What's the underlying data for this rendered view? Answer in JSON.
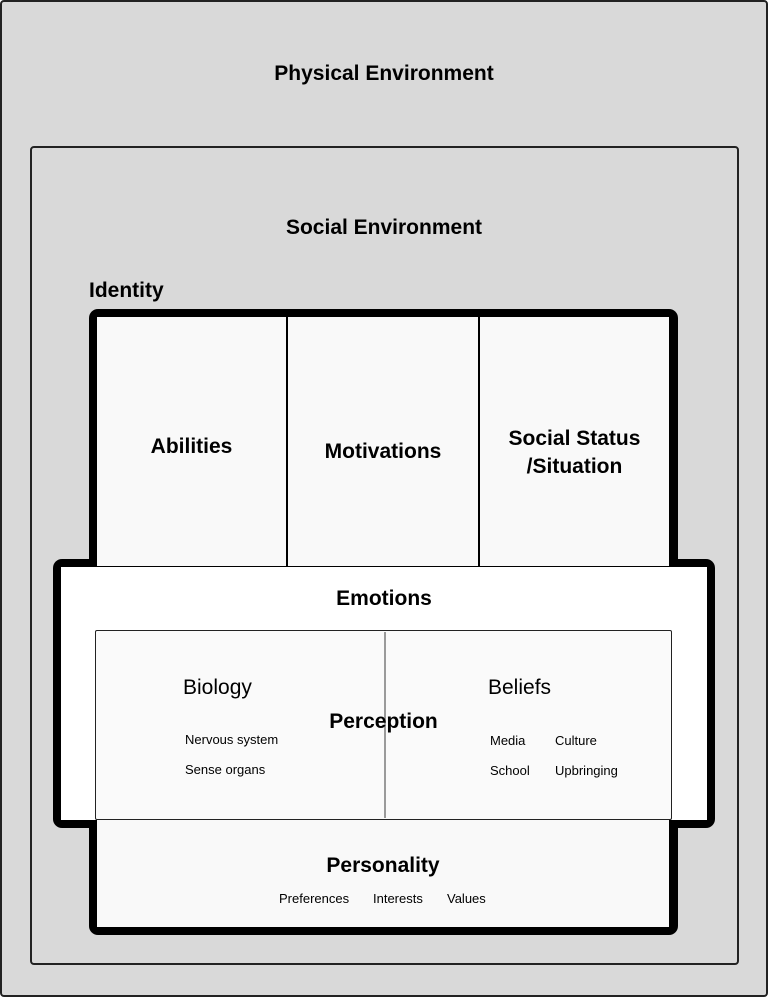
{
  "physical": {
    "title": "Physical Environment"
  },
  "social": {
    "title": "Social Environment"
  },
  "identity": {
    "title": "Identity",
    "cells": {
      "abilities": "Abilities",
      "motivations": "Motivations",
      "social_status_line1": "Social Status",
      "social_status_line2": "/Situation"
    }
  },
  "emotions": {
    "title": "Emotions"
  },
  "perception": {
    "title": "Perception",
    "biology": {
      "title": "Biology",
      "items": [
        "Nervous system",
        "Sense organs"
      ]
    },
    "beliefs": {
      "title": "Beliefs",
      "items": [
        "Media",
        "Culture",
        "School",
        "Upbringing"
      ]
    }
  },
  "personality": {
    "title": "Personality",
    "items": [
      "Preferences",
      "Interests",
      "Values"
    ]
  }
}
